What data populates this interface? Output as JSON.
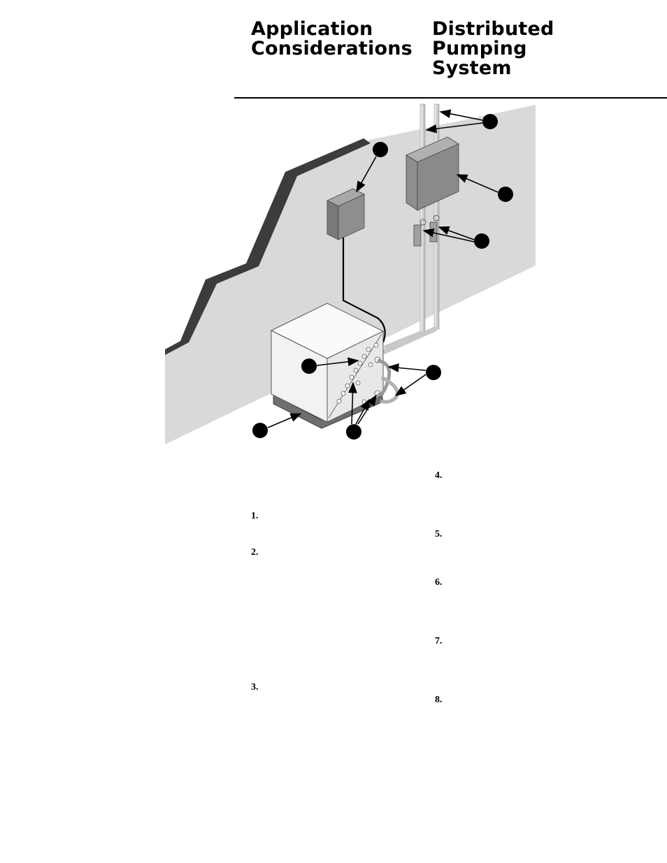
{
  "header": {
    "left_title": [
      "Application",
      "Considerations"
    ],
    "right_title": [
      "Distributed",
      "Pumping",
      "System"
    ]
  },
  "figure": {
    "colors": {
      "wall": "#d9d9d9",
      "wall_edge": "#3c3c3c",
      "box": "#8e8e8e",
      "unit": "#f2f2f2",
      "callout": "#000000"
    }
  },
  "list_numbers": {
    "left": [
      "1.",
      "2.",
      "3."
    ],
    "right": [
      "4.",
      "5.",
      "6.",
      "7.",
      "8."
    ]
  }
}
